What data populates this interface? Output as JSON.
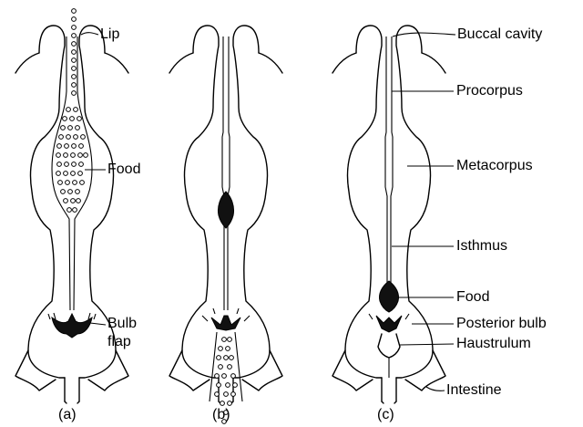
{
  "figure": {
    "panels": [
      {
        "id": "a",
        "caption": "(a)"
      },
      {
        "id": "b",
        "caption": "(b)"
      },
      {
        "id": "c",
        "caption": "(c)"
      }
    ],
    "labels_a": {
      "lip": "Lip",
      "food": "Food",
      "bulb_flap_1": "Bulb",
      "bulb_flap_2": "flap"
    },
    "labels_c": {
      "buccal_cavity": "Buccal cavity",
      "procorpus": "Procorpus",
      "metacorpus": "Metacorpus",
      "isthmus": "Isthmus",
      "food": "Food",
      "posterior_bulb": "Posterior bulb",
      "haustrulum": "Haustrulum",
      "intestine": "Intestine"
    }
  }
}
